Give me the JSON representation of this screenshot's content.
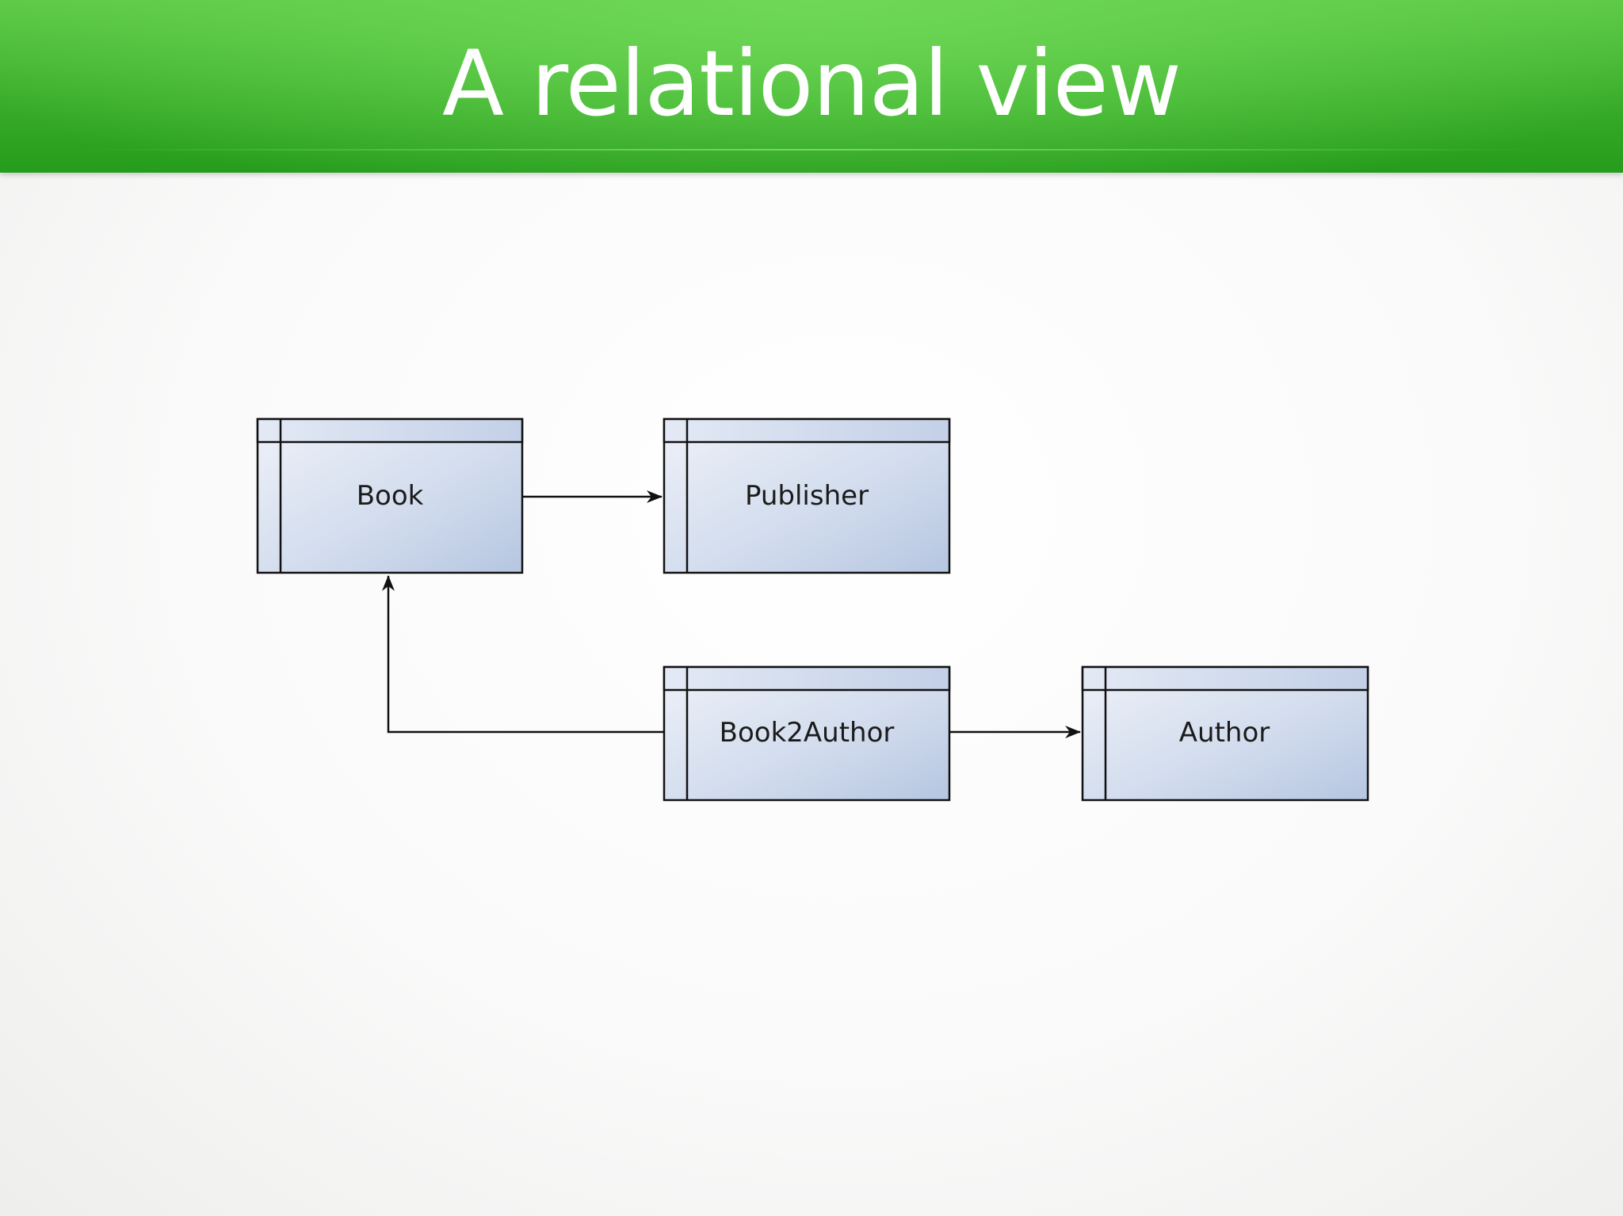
{
  "slide": {
    "title": "A relational view"
  },
  "diagram": {
    "entities": {
      "book": "Book",
      "publisher": "Publisher",
      "book2author": "Book2Author",
      "author": "Author"
    },
    "relations": [
      {
        "from": "Book",
        "to": "Publisher"
      },
      {
        "from": "Book2Author",
        "to": "Book"
      },
      {
        "from": "Book2Author",
        "to": "Author"
      }
    ],
    "colors": {
      "title_bar": "#3aae2b",
      "entity_fill_light": "#eef1f8",
      "entity_fill_dark": "#b9c8e2",
      "stroke": "#111111"
    }
  }
}
